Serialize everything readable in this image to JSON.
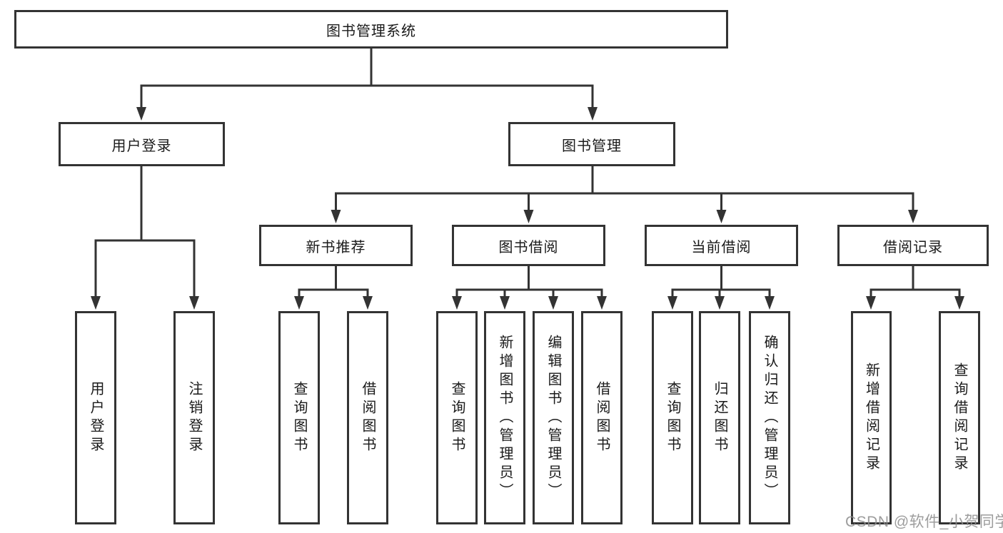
{
  "tree": {
    "root": {
      "label": "图书管理系统",
      "children": [
        {
          "label": "用户登录",
          "children": [
            {
              "label": "用户登录"
            },
            {
              "label": "注销登录"
            }
          ]
        },
        {
          "label": "图书管理",
          "children": [
            {
              "label": "新书推荐",
              "children": [
                {
                  "label": "查询图书"
                },
                {
                  "label": "借阅图书"
                }
              ]
            },
            {
              "label": "图书借阅",
              "children": [
                {
                  "label": "查询图书"
                },
                {
                  "label": "新增图书（管理员）"
                },
                {
                  "label": "编辑图书（管理员）"
                },
                {
                  "label": "借阅图书"
                }
              ]
            },
            {
              "label": "当前借阅",
              "children": [
                {
                  "label": "查询图书"
                },
                {
                  "label": "归还图书"
                },
                {
                  "label": "确认归还（管理员）"
                }
              ]
            },
            {
              "label": "借阅记录",
              "children": [
                {
                  "label": "新增借阅记录"
                },
                {
                  "label": "查询借阅记录"
                }
              ]
            }
          ]
        }
      ]
    }
  },
  "watermark": {
    "text": "CSDN @软件_小贺同学"
  },
  "colors": {
    "line": "#333333",
    "text": "#1a1a1a",
    "background": "#ffffff",
    "watermark": "#8c8c8c"
  }
}
